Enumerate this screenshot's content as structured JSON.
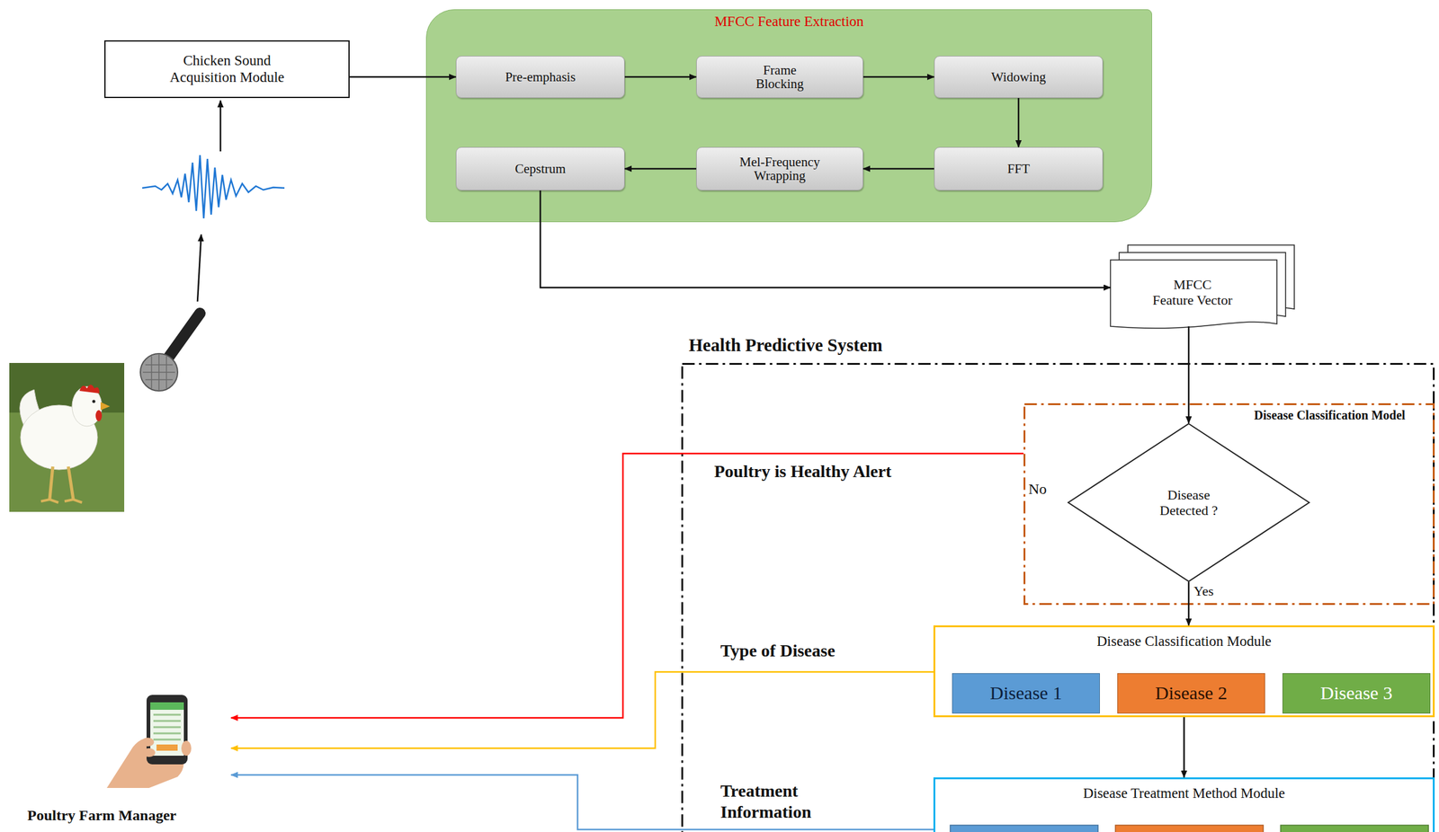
{
  "diagram": {
    "nodes": [
      {
        "text": [
          "Chicken Sound Acquisition Module"
        ]
      },
      {
        "text": [
          "MFCC Feature Extraction"
        ]
      },
      {
        "text": [
          "Pre-emphasis"
        ],
        "in": 1
      },
      {
        "text": [
          "Frame Blocking"
        ],
        "in": 1
      },
      {
        "text": [
          "Widowing"
        ],
        "in": 1
      },
      {
        "text": [
          "FFT"
        ],
        "in": 1
      },
      {
        "text": [
          "Mel-Frequency Wrapping"
        ],
        "in": 1
      },
      {
        "text": [
          "Cepstrum"
        ],
        "in": 1
      },
      {
        "text": [
          "MFCC Feature Vector"
        ]
      },
      {
        "text": [
          "Health Predictive System"
        ]
      },
      {
        "text": [
          "Disease Classification Model"
        ],
        "in": 9
      },
      {
        "text": [
          "Disease Detected ?"
        ],
        "in": 10
      },
      {
        "text": [
          "Disease Classification Module"
        ],
        "in": 9
      },
      {
        "text": [
          "Disease 1"
        ],
        "in": 12
      },
      {
        "text": [
          "Disease 2"
        ],
        "in": 12
      },
      {
        "text": [
          "Disease 3"
        ],
        "in": 12
      },
      {
        "text": [
          "Disease Treatment Method Module"
        ],
        "in": 9
      }
    ],
    "edges": [
      {
        "from": 0,
        "to": 2,
        "arrow": "to"
      },
      {
        "from": 2,
        "to": 3,
        "arrow": "to"
      },
      {
        "from": 3,
        "to": 4,
        "arrow": "to"
      },
      {
        "from": 4,
        "to": 5,
        "arrow": "to"
      },
      {
        "from": 5,
        "to": 6,
        "arrow": "to"
      },
      {
        "from": 6,
        "to": 7,
        "arrow": "to"
      },
      {
        "from": 7,
        "to": 8,
        "arrow": "to"
      },
      {
        "from": 8,
        "to": 11,
        "arrow": "to"
      },
      {
        "from": 11,
        "to": 12,
        "label": "Yes",
        "arrow": "to"
      },
      {
        "from": 12,
        "to": 16,
        "arrow": "to"
      }
    ],
    "labels": [
      "Poultry is Healthy Alert",
      "No",
      "Type of Disease",
      "Treatment Information",
      "Poultry Farm Manager"
    ]
  }
}
